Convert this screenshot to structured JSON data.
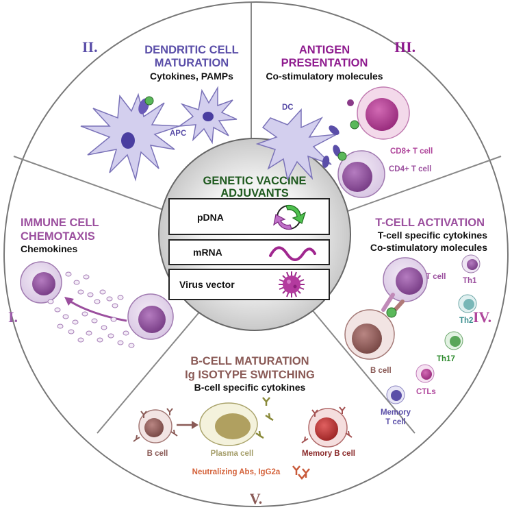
{
  "colors": {
    "purple_dark": "#5a4ea8",
    "magenta": "#8e1a8e",
    "violet": "#9b4f9e",
    "lavender": "#d6d3ee",
    "brown": "#8a5a56",
    "green_dark": "#1f5a1f",
    "orange": "#d4623a",
    "teal": "#3a8e8e",
    "green": "#2e8b2e"
  },
  "sections": {
    "s1": {
      "numeral": "I.",
      "title1": "IMMUNE CELL",
      "title2": "CHEMOTAXIS",
      "subtitle": "Chemokines"
    },
    "s2": {
      "numeral": "II.",
      "title1": "DENDRITIC CELL",
      "title2": "MATURATION",
      "subtitle": "Cytokines, PAMPs",
      "apc_label": "APC"
    },
    "s3": {
      "numeral": "III.",
      "title1": "ANTIGEN",
      "title2": "PRESENTATION",
      "subtitle": "Co-stimulatory molecules",
      "dc_label": "DC",
      "cd8_label": "CD8+ T cell",
      "cd4_label": "CD4+ T cell"
    },
    "s4": {
      "numeral": "IV.",
      "title": "T-CELL ACTIVATION",
      "subtitle1": "T-cell specific cytokines",
      "subtitle2": "Co-stimulatory molecules",
      "tcell": "T cell",
      "th1": "Th1",
      "th2": "Th2",
      "th17": "Th17",
      "bcell": "B cell",
      "ctls": "CTLs",
      "memory1": "Memory",
      "memory2": "T cell"
    },
    "s5": {
      "numeral": "V.",
      "title1": "B-CELL MATURATION",
      "title2": "Ig ISOTYPE SWITCHING",
      "subtitle": "B-cell specific cytokines",
      "bcell": "B cell",
      "plasma": "Plasma cell",
      "memory": "Memory B cell",
      "abs": "Neutralizing Abs, IgG2a"
    }
  },
  "center": {
    "title1": "GENETIC VACCINE",
    "title2": "ADJUVANTS",
    "items": [
      "pDNA",
      "mRNA",
      "Virus vector"
    ]
  }
}
